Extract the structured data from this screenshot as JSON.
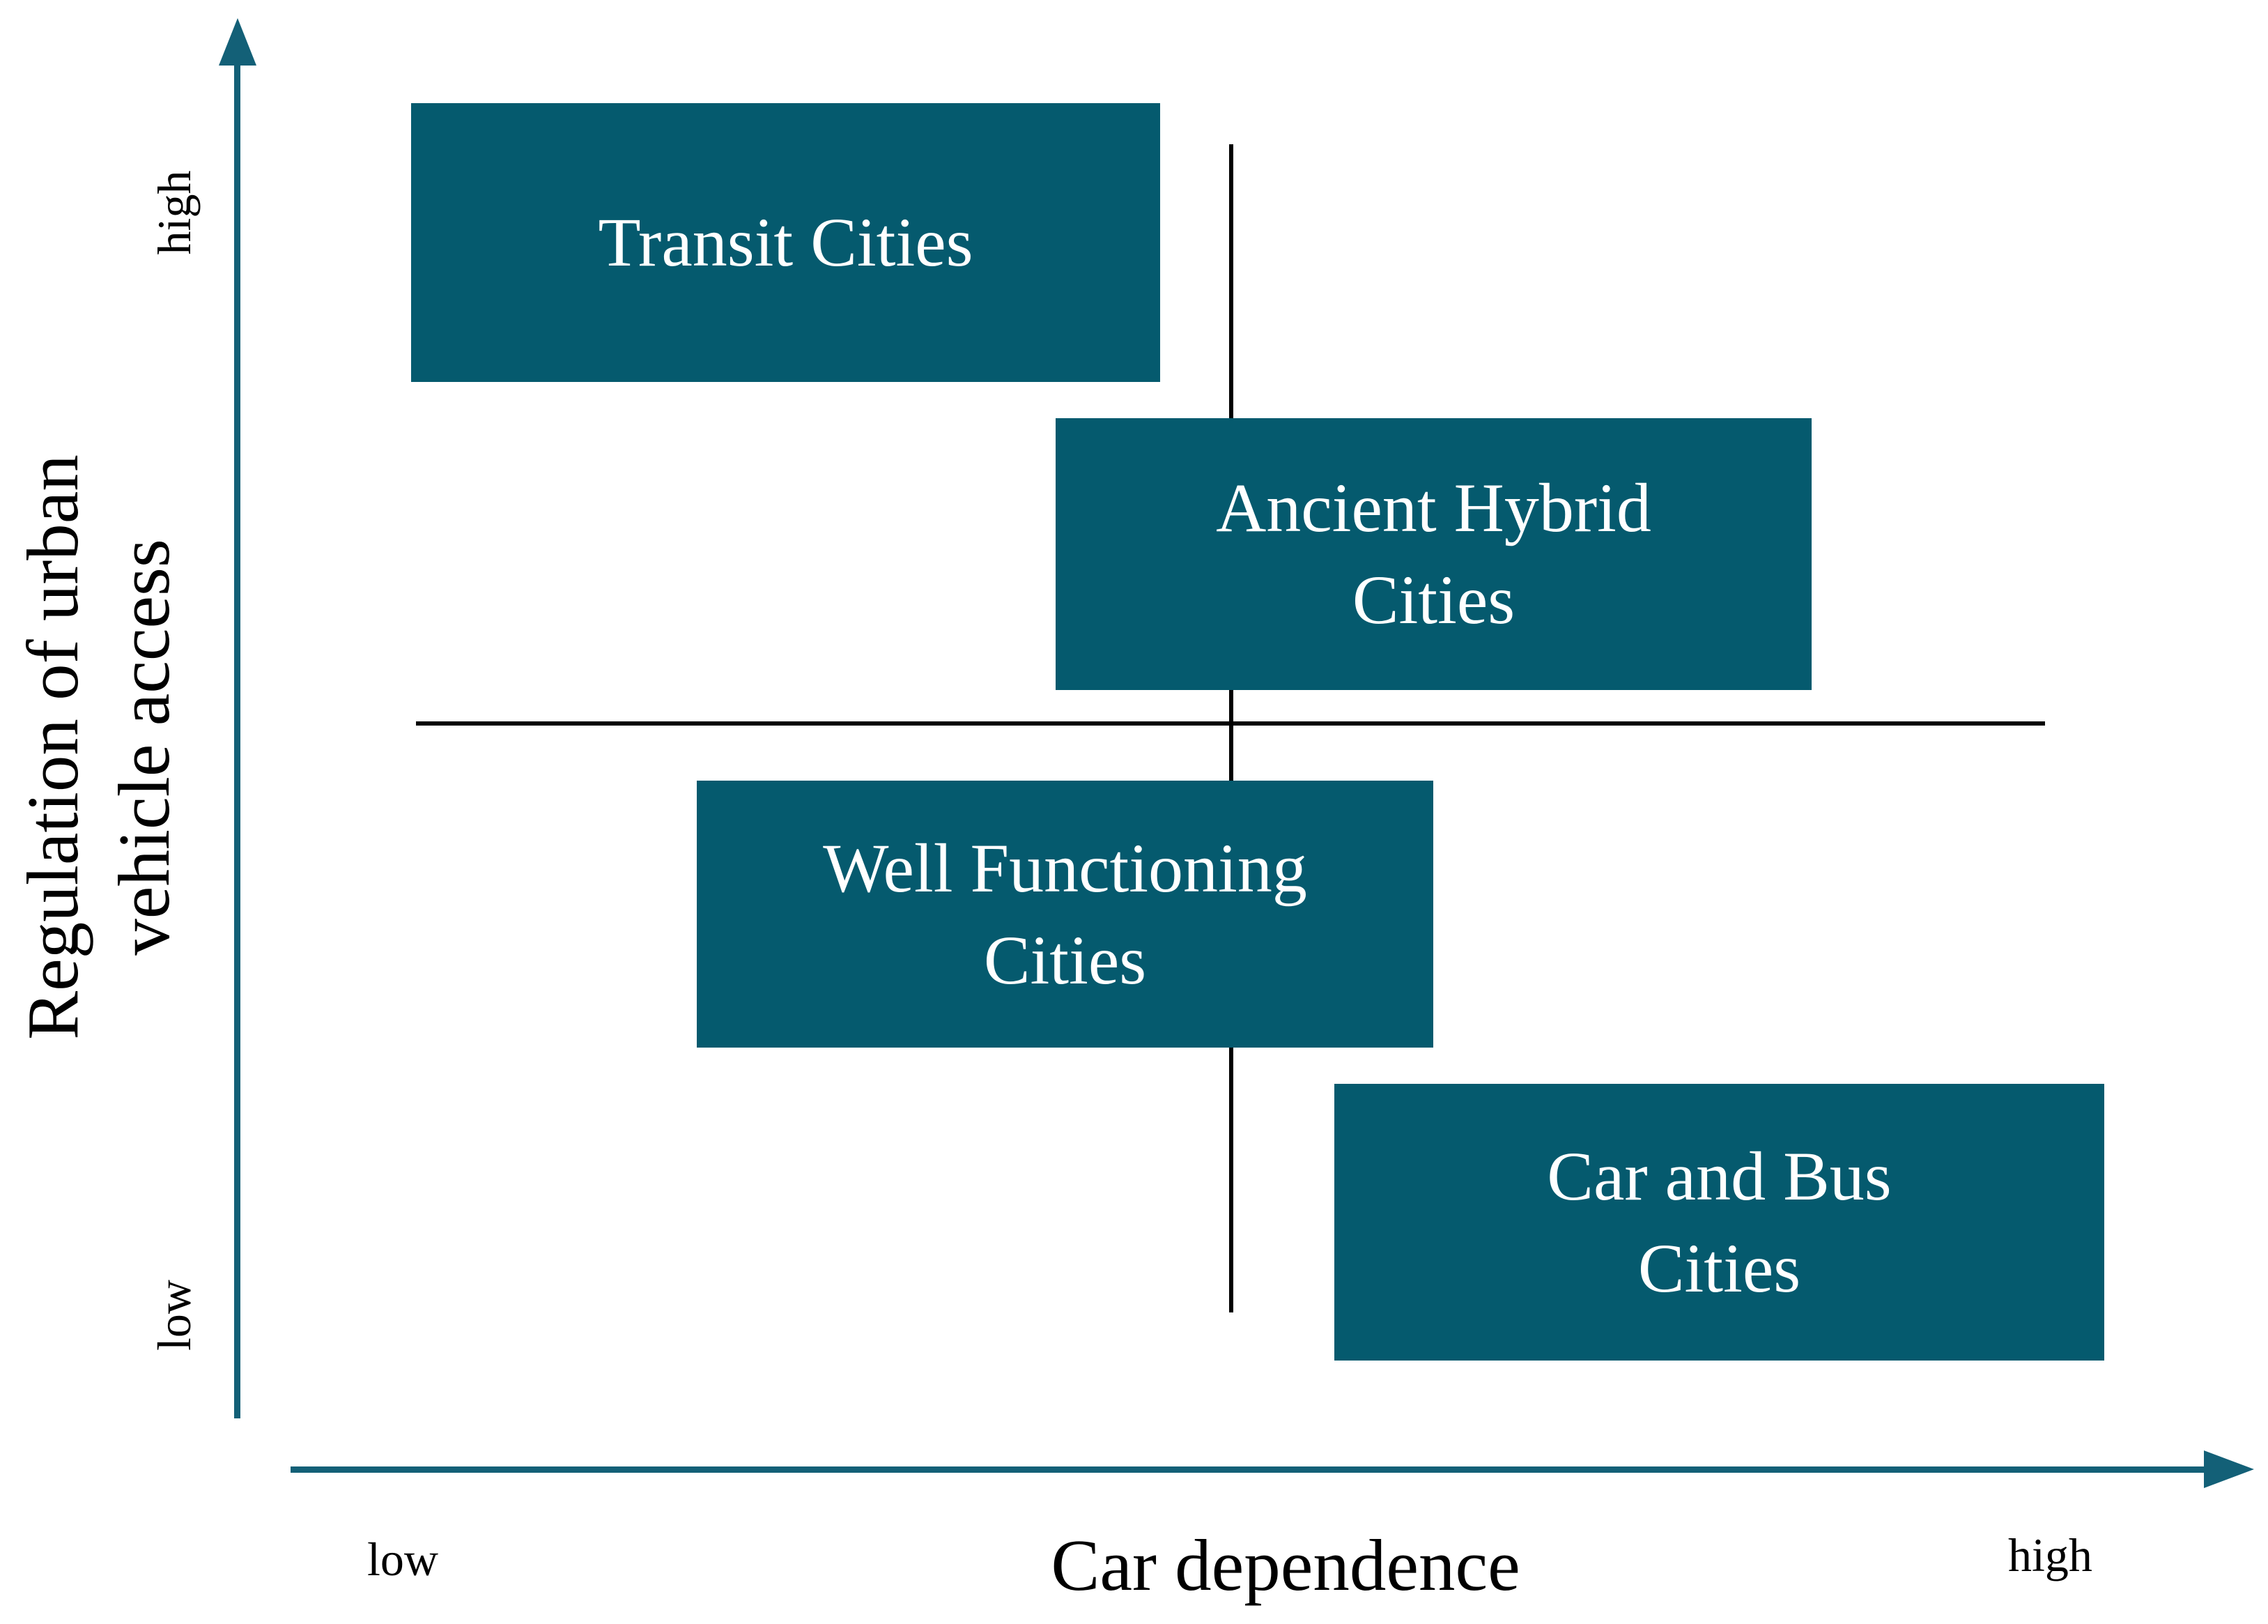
{
  "colors": {
    "background": "#ffffff",
    "box_fill": "#055a6e",
    "box_text": "#ffffff",
    "axis_color": "#136077",
    "line_color": "#000000",
    "label_color": "#000000"
  },
  "y_axis": {
    "title_line1": "Regulation of urban",
    "title_line2": "vehicle access",
    "high_label": "high",
    "low_label": "low"
  },
  "x_axis": {
    "title": "Car dependence",
    "low_label": "low",
    "high_label": "high"
  },
  "quadrants": {
    "transit": {
      "label": "Transit Cities"
    },
    "ancient": {
      "line1": "Ancient Hybrid",
      "line2": "Cities"
    },
    "well": {
      "line1": "Well Functioning",
      "line2": "Cities"
    },
    "car": {
      "line1": "Car and Bus",
      "line2": "Cities"
    }
  }
}
